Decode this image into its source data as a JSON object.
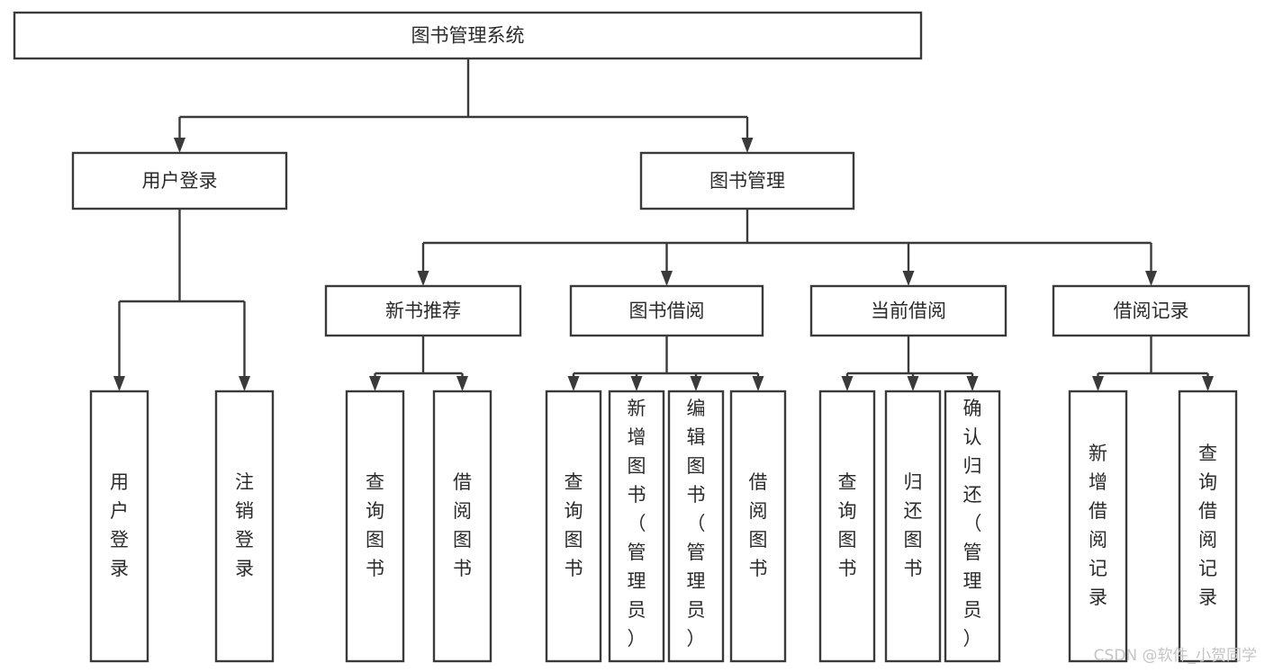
{
  "diagram": {
    "title": "图书管理系统",
    "type": "tree-hierarchy-chart",
    "colors": {
      "stroke": "#3a3a3a",
      "box_fill": "#ffffff",
      "text": "#2b2b2b",
      "background": "#ffffff",
      "watermark": "#c4c4c4"
    },
    "root": {
      "label": "图书管理系统",
      "orientation": "horizontal"
    },
    "level1": [
      {
        "label": "用户登录",
        "orientation": "horizontal"
      },
      {
        "label": "图书管理",
        "orientation": "horizontal"
      }
    ],
    "level2": [
      {
        "label": "新书推荐",
        "orientation": "horizontal"
      },
      {
        "label": "图书借阅",
        "orientation": "horizontal"
      },
      {
        "label": "当前借阅",
        "orientation": "horizontal"
      },
      {
        "label": "借阅记录",
        "orientation": "horizontal"
      }
    ],
    "leaves": {
      "user_login": [
        {
          "label": "用户登录",
          "orientation": "vertical"
        },
        {
          "label": "注销登录",
          "orientation": "vertical"
        }
      ],
      "new_book_recommend": [
        {
          "label": "查询图书",
          "orientation": "vertical"
        },
        {
          "label": "借阅图书",
          "orientation": "vertical"
        }
      ],
      "book_borrow": [
        {
          "label": "查询图书",
          "orientation": "vertical"
        },
        {
          "label": "新增图书（管理员）",
          "orientation": "vertical"
        },
        {
          "label": "编辑图书（管理员）",
          "orientation": "vertical"
        },
        {
          "label": "借阅图书",
          "orientation": "vertical"
        }
      ],
      "current_borrow": [
        {
          "label": "查询图书",
          "orientation": "vertical"
        },
        {
          "label": "归还图书",
          "orientation": "vertical"
        },
        {
          "label": "确认归还（管理员）",
          "orientation": "vertical"
        }
      ],
      "borrow_records": [
        {
          "label": "新增借阅记录",
          "orientation": "vertical"
        },
        {
          "label": "查询借阅记录",
          "orientation": "vertical"
        }
      ]
    }
  },
  "watermark": {
    "text": "CSDN @软件_小贺同学"
  }
}
